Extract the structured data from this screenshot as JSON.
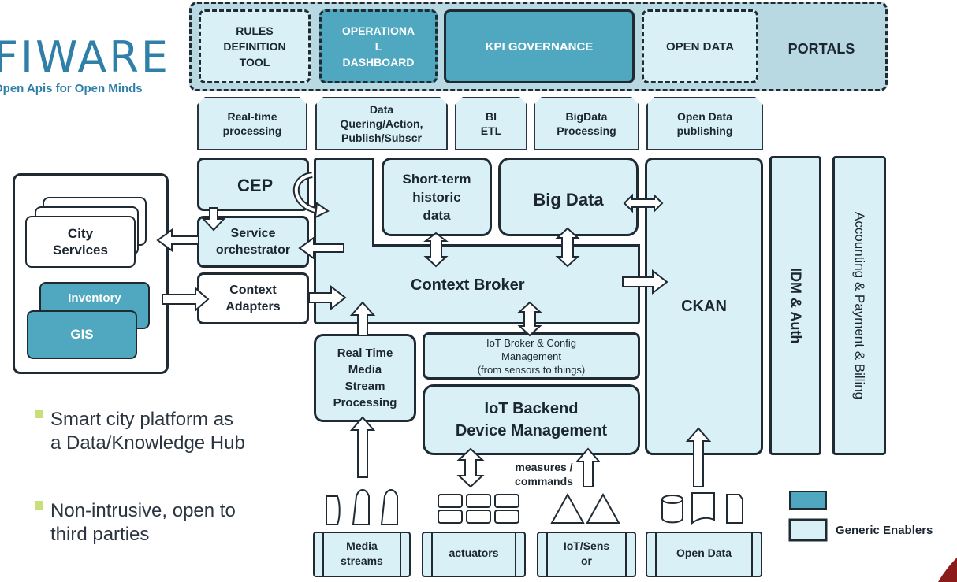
{
  "logo": {
    "wordmark": "FIWARE",
    "tagline": "Open Apis for Open Minds"
  },
  "portal_row": {
    "rules": "RULES\nDEFINITION\nTOOL",
    "operational": "OPERATIONA\nL\nDASHBOARD",
    "kpi": "KPI GOVERNANCE",
    "open_data": "OPEN DATA",
    "portals": "PORTALS"
  },
  "tabs": {
    "realtime": "Real-time\nprocessing",
    "data_query": "Data\nQuering/Action,\nPublish/Subscr",
    "bi": "BI\nETL",
    "bigdata_proc": "BigData\nProcessing",
    "opendata_pub": "Open Data\npublishing"
  },
  "blocks": {
    "cep": "CEP",
    "service_orch": "Service\norchestrator",
    "context_adapters": "Context\nAdapters",
    "short_term": "Short-term\nhistoric\ndata",
    "big_data": "Big Data",
    "context_broker": "Context Broker",
    "ckan": "CKAN",
    "idm": "IDM & Auth",
    "accounting": "Accounting & Payment & Billing",
    "realtime_media": "Real Time\nMedia\nStream\nProcessing",
    "iot_broker": "IoT Broker & Config\nManagement\n(from sensors to things)",
    "iot_backend": "IoT Backend\nDevice Management"
  },
  "city_panel": {
    "city_services": "City\nServices",
    "inventory": "Inventory",
    "gis": "GIS"
  },
  "bottom": {
    "measures": "measures /\ncommands",
    "media_streams": "Media\nstreams",
    "actuators": "actuators",
    "iot_sensor": "IoT/Sens\nor",
    "open_data": "Open Data"
  },
  "legend": {
    "generic_enablers": "Generic Enablers"
  },
  "bullets": [
    "Smart city platform as\na Data/Knowledge Hub",
    "Non-intrusive, open to\nthird parties"
  ],
  "colors": {
    "dark_block": "#4fa8bf",
    "light_block": "#d9f0f7",
    "outline": "#1f2a33",
    "bullet": "#c9e07a",
    "logo": "#2f7fa8"
  }
}
